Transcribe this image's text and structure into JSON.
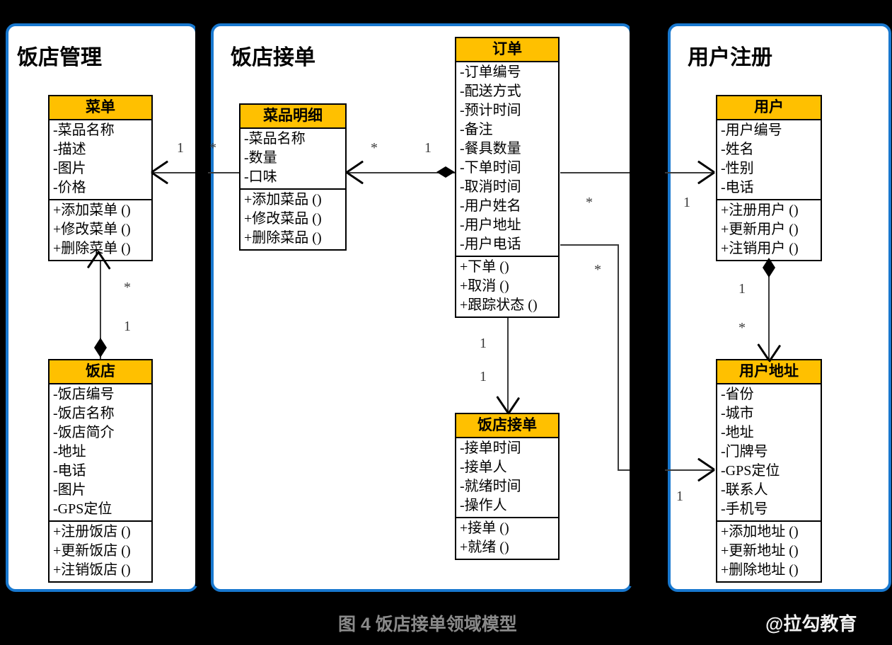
{
  "figure": {
    "caption": "图 4 饭店接单领域模型",
    "watermark": "@拉勾教育",
    "accent_border_color": "#1878cf",
    "class_header_color": "#FFC000",
    "caption_color": "#8a8a8a",
    "background_color": "#000000"
  },
  "packages": [
    {
      "title": "饭店管理"
    },
    {
      "title": "饭店接单"
    },
    {
      "title": "用户注册"
    }
  ],
  "classes": {
    "menu": {
      "name": "菜单",
      "attributes": [
        "-菜品名称",
        "-描述",
        "-图片",
        "-价格"
      ],
      "methods": [
        "+添加菜单 ()",
        "+修改菜单 ()",
        "+删除菜单 ()"
      ]
    },
    "restaurant": {
      "name": "饭店",
      "attributes": [
        "-饭店编号",
        "-饭店名称",
        "-饭店简介",
        "-地址",
        "-电话",
        "-图片",
        "-GPS定位"
      ],
      "methods": [
        "+注册饭店 ()",
        "+更新饭店 ()",
        "+注销饭店 ()"
      ]
    },
    "dish_detail": {
      "name": "菜品明细",
      "attributes": [
        "-菜品名称",
        "-数量",
        "-口味"
      ],
      "methods": [
        "+添加菜品 ()",
        "+修改菜品 ()",
        "+删除菜品 ()"
      ]
    },
    "order": {
      "name": "订单",
      "attributes": [
        "-订单编号",
        "-配送方式",
        "-预计时间",
        "-备注",
        "-餐具数量",
        "-下单时间",
        "-取消时间",
        "-用户姓名",
        "-用户地址",
        "-用户电话"
      ],
      "methods": [
        "+下单 ()",
        "+取消 ()",
        "+跟踪状态 ()"
      ]
    },
    "accept_order": {
      "name": "饭店接单",
      "attributes": [
        "-接单时间",
        "-接单人",
        "-就绪时间",
        "-操作人"
      ],
      "methods": [
        "+接单 ()",
        "+就绪 ()"
      ]
    },
    "user": {
      "name": "用户",
      "attributes": [
        "-用户编号",
        "-姓名",
        "-性别",
        "-电话"
      ],
      "methods": [
        "+注册用户 ()",
        "+更新用户 ()",
        "+注销用户 ()"
      ]
    },
    "user_address": {
      "name": "用户地址",
      "attributes": [
        "-省份",
        "-城市",
        "-地址",
        "-门牌号",
        "-GPS定位",
        "-联系人",
        "-手机号"
      ],
      "methods": [
        "+添加地址 ()",
        "+更新地址 ()",
        "+删除地址 ()"
      ]
    }
  },
  "multiplicities": {
    "menu_side": "1",
    "dish_detail_left": "*",
    "dish_detail_right": "*",
    "order_to_dish": "1",
    "menu_restaurant_many": "*",
    "menu_restaurant_one": "1",
    "order_accept_one_a": "1",
    "order_accept_one_b": "1",
    "order_user_many": "*",
    "order_address_many": "*",
    "user_one": "1",
    "user_address_one": "1",
    "user_address_many": "*",
    "address_one": "1"
  }
}
